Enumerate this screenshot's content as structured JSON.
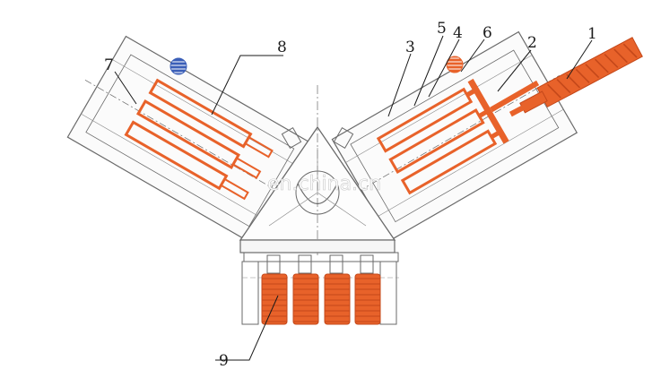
{
  "figure": {
    "callouts": [
      "1",
      "2",
      "3",
      "4",
      "5",
      "6",
      "7",
      "8",
      "9"
    ],
    "watermark": "en.china.cn"
  },
  "colors": {
    "line": "#6a6a6a",
    "part": "#e8622a",
    "part_dark": "#c4481a",
    "mark_blue": "#3b5fb8",
    "mark_orange": "#e8622a"
  }
}
